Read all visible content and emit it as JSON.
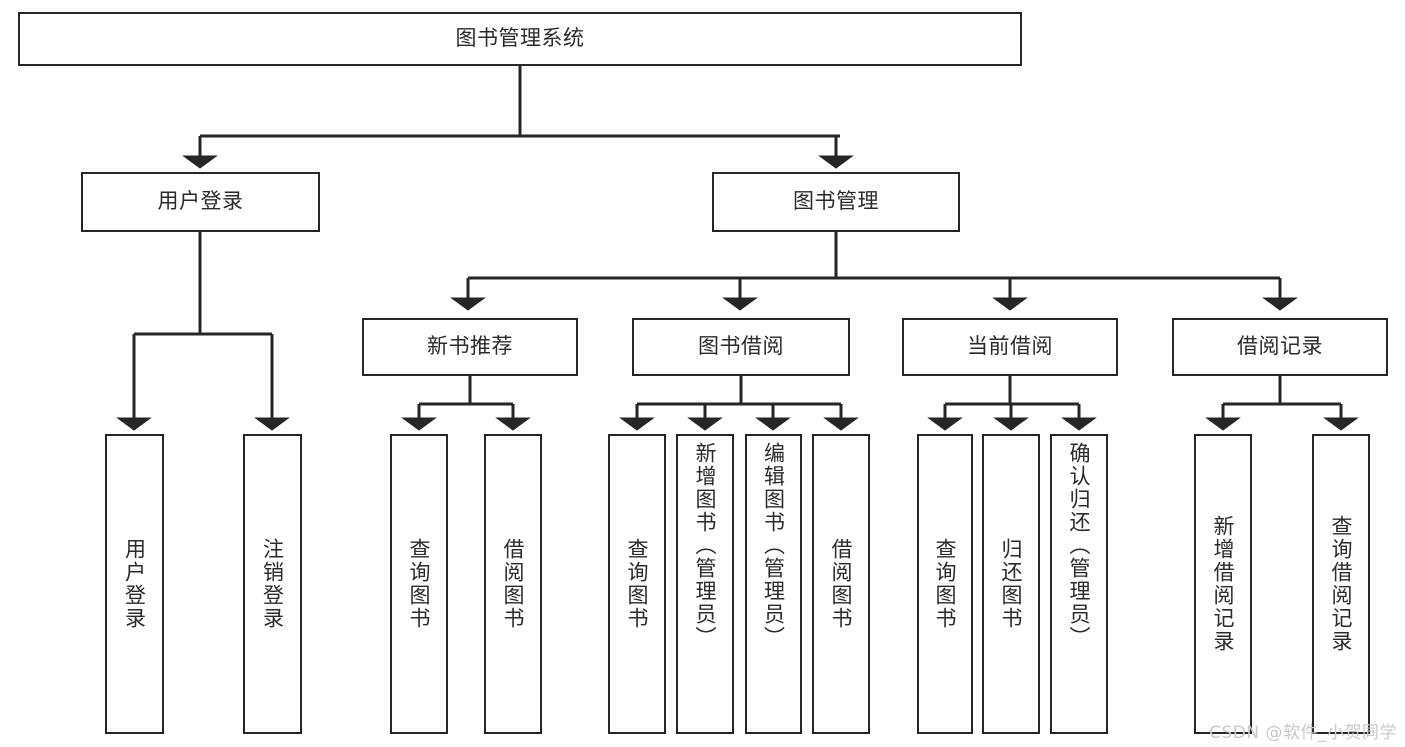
{
  "diagram": {
    "type": "tree-hierarchy-chart",
    "title": "图书管理系统",
    "line_color": "#262626",
    "box_fill": "#ffffff",
    "text_color": "#2b2b2b",
    "levels": {
      "root": {
        "label": "图书管理系统"
      },
      "level2": [
        {
          "label": "用户登录"
        },
        {
          "label": "图书管理"
        }
      ],
      "level3": [
        {
          "label": "新书推荐"
        },
        {
          "label": "图书借阅"
        },
        {
          "label": "当前借阅"
        },
        {
          "label": "借阅记录"
        }
      ],
      "leaves": [
        {
          "label": "用户登录",
          "parent": "用户登录"
        },
        {
          "label": "注销登录",
          "parent": "用户登录"
        },
        {
          "label": "查询图书",
          "parent": "新书推荐"
        },
        {
          "label": "借阅图书",
          "parent": "新书推荐"
        },
        {
          "label": "查询图书",
          "parent": "图书借阅"
        },
        {
          "label": "新增图书（管理员）",
          "parent": "图书借阅"
        },
        {
          "label": "编辑图书（管理员）",
          "parent": "图书借阅"
        },
        {
          "label": "借阅图书",
          "parent": "图书借阅"
        },
        {
          "label": "查询图书",
          "parent": "当前借阅"
        },
        {
          "label": "归还图书",
          "parent": "当前借阅"
        },
        {
          "label": "确认归还（管理员）",
          "parent": "当前借阅"
        },
        {
          "label": "新增借阅记录",
          "parent": "借阅记录"
        },
        {
          "label": "查询借阅记录",
          "parent": "借阅记录"
        }
      ]
    }
  },
  "watermark": {
    "text": "CSDN @软件_小贺同学"
  }
}
